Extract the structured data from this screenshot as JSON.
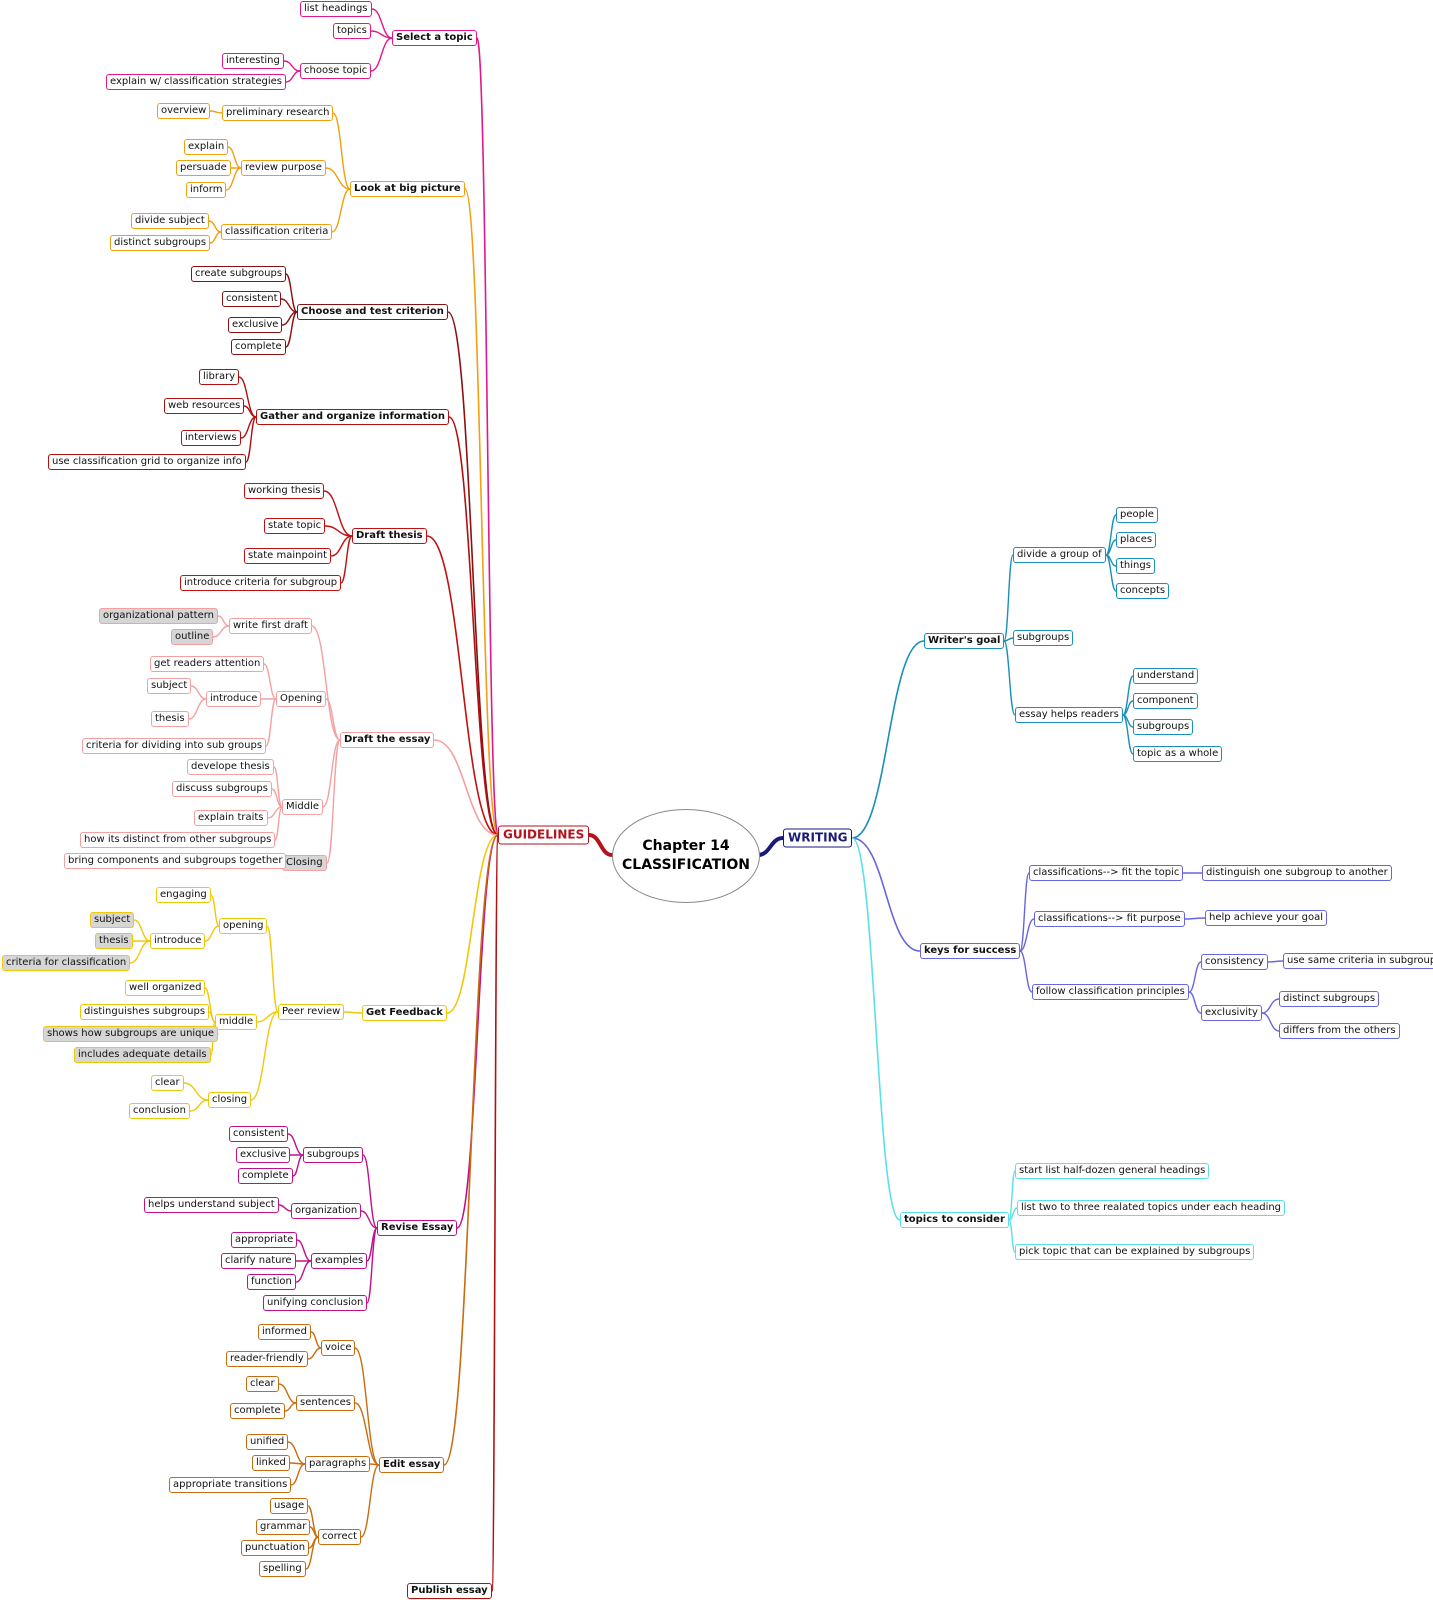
{
  "center": {
    "line1": "Chapter 14",
    "line2": "CLASSIFICATION"
  },
  "colors": {
    "guidelines": "#b5121b",
    "writing": "#1a1a7a",
    "select": "#e0188c",
    "big_picture": "#f0a010",
    "criterion": "#8b1010",
    "gather": "#b01010",
    "thesis": "#c01010",
    "essay": "#f4a0a0",
    "feedback": "#f2c70a",
    "revise": "#c0108c",
    "edit": "#c86c10",
    "publish": "#b01010",
    "goal": "#1890b8",
    "keys": "#6666e0",
    "topics": "#5ae0ea"
  },
  "guidelines": {
    "label": "GUIDELINES",
    "branches": [
      {
        "label": "Select a topic",
        "children": [
          {
            "label": "list headings"
          },
          {
            "label": "topics"
          },
          {
            "label": "choose topic",
            "children": [
              {
                "label": "interesting"
              },
              {
                "label": "explain w/ classification strategies"
              }
            ]
          }
        ]
      },
      {
        "label": "Look at big picture",
        "children": [
          {
            "label": "preliminary research",
            "children": [
              {
                "label": "overview"
              }
            ]
          },
          {
            "label": "review purpose",
            "children": [
              {
                "label": "explain"
              },
              {
                "label": "persuade"
              },
              {
                "label": "inform"
              }
            ]
          },
          {
            "label": "classification criteria",
            "children": [
              {
                "label": "divide subject"
              },
              {
                "label": "distinct subgroups"
              }
            ]
          }
        ]
      },
      {
        "label": "Choose and test criterion",
        "children": [
          {
            "label": "create subgroups"
          },
          {
            "label": "consistent"
          },
          {
            "label": "exclusive"
          },
          {
            "label": "complete"
          }
        ]
      },
      {
        "label": "Gather and organize information",
        "children": [
          {
            "label": "library"
          },
          {
            "label": "web resources"
          },
          {
            "label": "interviews"
          },
          {
            "label": "use classification grid to organize info"
          }
        ]
      },
      {
        "label": "Draft thesis",
        "children": [
          {
            "label": "working thesis"
          },
          {
            "label": "state topic"
          },
          {
            "label": "state mainpoint"
          },
          {
            "label": "introduce criteria for subgroup"
          }
        ]
      },
      {
        "label": "Draft the essay",
        "children": [
          {
            "label": "write first draft",
            "children": [
              {
                "label": "organizational pattern"
              },
              {
                "label": "outline"
              }
            ]
          },
          {
            "label": "Opening",
            "children": [
              {
                "label": "get readers attention"
              },
              {
                "label": "introduce",
                "children": [
                  {
                    "label": "subject"
                  },
                  {
                    "label": "thesis"
                  }
                ]
              },
              {
                "label": "criteria for dividing into sub groups"
              }
            ]
          },
          {
            "label": "Middle",
            "children": [
              {
                "label": "develope thesis"
              },
              {
                "label": "discuss subgroups"
              },
              {
                "label": "explain traits"
              },
              {
                "label": "how its distinct from other subgroups"
              }
            ]
          },
          {
            "label": "Closing",
            "children": [
              {
                "label": "bring components and subgroups together"
              }
            ]
          }
        ]
      },
      {
        "label": "Get Feedback",
        "children": [
          {
            "label": "Peer review",
            "children": [
              {
                "label": "opening",
                "children": [
                  {
                    "label": "engaging"
                  },
                  {
                    "label": "introduce",
                    "children": [
                      {
                        "label": "subject"
                      },
                      {
                        "label": "thesis"
                      },
                      {
                        "label": "criteria for classification"
                      }
                    ]
                  }
                ]
              },
              {
                "label": "middle",
                "children": [
                  {
                    "label": "well organized"
                  },
                  {
                    "label": "distinguishes subgroups"
                  },
                  {
                    "label": "shows how subgroups are unique"
                  },
                  {
                    "label": "includes adequate details"
                  }
                ]
              },
              {
                "label": "closing",
                "children": [
                  {
                    "label": "clear"
                  },
                  {
                    "label": "conclusion"
                  }
                ]
              }
            ]
          }
        ]
      },
      {
        "label": "Revise Essay",
        "children": [
          {
            "label": "subgroups",
            "children": [
              {
                "label": "consistent"
              },
              {
                "label": "exclusive"
              },
              {
                "label": "complete"
              }
            ]
          },
          {
            "label": "organization",
            "children": [
              {
                "label": "helps understand subject"
              }
            ]
          },
          {
            "label": "examples",
            "children": [
              {
                "label": "appropriate"
              },
              {
                "label": "clarify nature"
              },
              {
                "label": "function"
              }
            ]
          },
          {
            "label": "unifying conclusion"
          }
        ]
      },
      {
        "label": "Edit essay",
        "children": [
          {
            "label": "voice",
            "children": [
              {
                "label": "informed"
              },
              {
                "label": "reader-friendly"
              }
            ]
          },
          {
            "label": "sentences",
            "children": [
              {
                "label": "clear"
              },
              {
                "label": "complete"
              }
            ]
          },
          {
            "label": "paragraphs",
            "children": [
              {
                "label": "unified"
              },
              {
                "label": "linked"
              },
              {
                "label": "appropriate transitions"
              }
            ]
          },
          {
            "label": "correct",
            "children": [
              {
                "label": "usage"
              },
              {
                "label": "grammar"
              },
              {
                "label": "punctuation"
              },
              {
                "label": "spelling"
              }
            ]
          }
        ]
      },
      {
        "label": "Publish essay"
      }
    ]
  },
  "writing": {
    "label": "WRITING",
    "branches": [
      {
        "label": "Writer's goal",
        "children": [
          {
            "label": "divide a group of",
            "children": [
              {
                "label": "people"
              },
              {
                "label": "places"
              },
              {
                "label": "things"
              },
              {
                "label": "concepts"
              }
            ]
          },
          {
            "label": "subgroups"
          },
          {
            "label": "essay helps readers",
            "children": [
              {
                "label": "understand"
              },
              {
                "label": "component"
              },
              {
                "label": "subgroups"
              },
              {
                "label": "topic as a  whole"
              }
            ]
          }
        ]
      },
      {
        "label": "keys for success",
        "children": [
          {
            "label": "classifications--> fit the topic",
            "children": [
              {
                "label": "distinguish one subgroup to another"
              }
            ]
          },
          {
            "label": "classifications--> fit purpose",
            "children": [
              {
                "label": "help achieve your goal"
              }
            ]
          },
          {
            "label": "follow classification principles",
            "children": [
              {
                "label": "consistency",
                "children": [
                  {
                    "label": "use same criteria in subgroups"
                  }
                ]
              },
              {
                "label": "exclusivity",
                "children": [
                  {
                    "label": "distinct subgroups"
                  },
                  {
                    "label": "differs from the others"
                  }
                ]
              }
            ]
          }
        ]
      },
      {
        "label": "topics to consider",
        "children": [
          {
            "label": "start list half-dozen general headings"
          },
          {
            "label": "list two to three realated topics under each heading"
          },
          {
            "label": "pick topic that can be explained by subgroups"
          }
        ]
      }
    ]
  }
}
